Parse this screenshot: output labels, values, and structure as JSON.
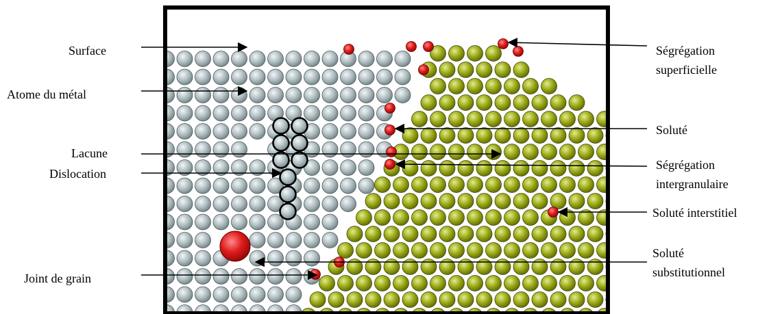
{
  "labels_left": {
    "surface": "Surface",
    "atome": "Atome du métal",
    "lacune": "Lacune",
    "dislocation": "Dislocation",
    "joint": "Joint de grain"
  },
  "labels_right": {
    "seg_sup_1": "Ségrégation",
    "seg_sup_2": "superficielle",
    "solute": "Soluté",
    "seg_inter_1": "Ségrégation",
    "seg_inter_2": "intergranulaire",
    "interstitiel": "Soluté interstitiel",
    "subst_1": "Soluté",
    "subst_2": "substitutionnel"
  },
  "colors": {
    "metal_atom": "#a9b8bb",
    "grain2_atom": "#8f9e0f",
    "solute": "#d81e1e",
    "frame": "#000000"
  }
}
